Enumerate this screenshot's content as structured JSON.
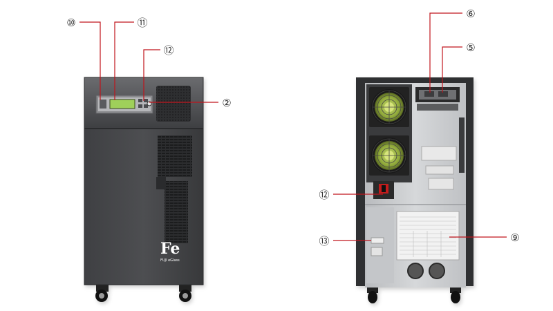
{
  "colors": {
    "leader_line": "#c0141c",
    "callout_ring": "#333333",
    "cabinet_dark": "#3a3b3d",
    "cabinet_front": "#4a4b4e",
    "lcd": "#9fd05a",
    "fan_blade": "#a6c24a",
    "rear_panel": "#cfd1d3",
    "label_paper": "#f2f2f2"
  },
  "front_view": {
    "logo_text": "Fe",
    "brand_small": "FUJI  eGlass",
    "callouts": [
      {
        "id": "c10",
        "label": "⑩",
        "name": "callout-10"
      },
      {
        "id": "c11",
        "label": "⑪",
        "name": "callout-11"
      },
      {
        "id": "c12",
        "label": "⑫",
        "name": "callout-12-front"
      },
      {
        "id": "c2",
        "label": "②",
        "name": "callout-2"
      }
    ]
  },
  "rear_view": {
    "callouts": [
      {
        "id": "c6",
        "label": "⑥",
        "name": "callout-6"
      },
      {
        "id": "c5",
        "label": "⑤",
        "name": "callout-5"
      },
      {
        "id": "c12r",
        "label": "⑫",
        "name": "callout-12-rear"
      },
      {
        "id": "c13",
        "label": "⑬",
        "name": "callout-13"
      },
      {
        "id": "c9",
        "label": "⑨",
        "name": "callout-9"
      }
    ]
  }
}
